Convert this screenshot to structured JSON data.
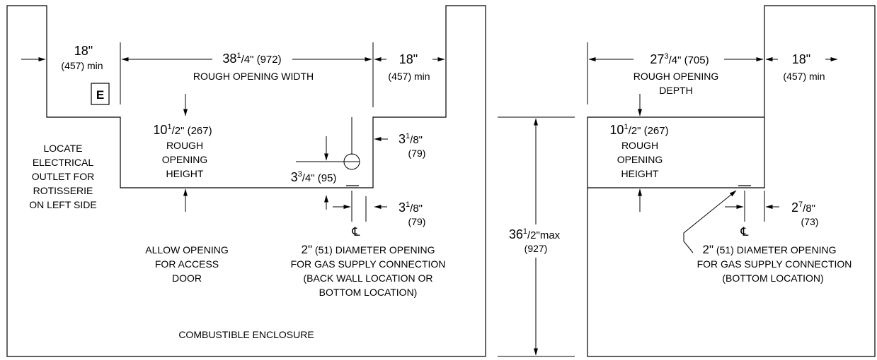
{
  "left": {
    "side_dim": {
      "value": "18\"",
      "sub": "(457) min"
    },
    "width_dim": {
      "whole": "38",
      "frac_num": "1",
      "frac_den": "4",
      "unit": "\" (972)",
      "caption": "ROUGH OPENING WIDTH"
    },
    "right_side_dim": {
      "value": "18\"",
      "sub": "(457) min"
    },
    "outlet_mark": "E",
    "height_dim": {
      "whole": "10",
      "frac_num": "1",
      "frac_den": "2",
      "unit": "\" (267)",
      "caption": [
        "ROUGH",
        "OPENING",
        "HEIGHT"
      ]
    },
    "pipe_offset": {
      "whole": "3",
      "frac_num": "3",
      "frac_den": "4",
      "unit": "\" (95)"
    },
    "pipe_top": {
      "whole": "3",
      "frac_num": "1",
      "frac_den": "8",
      "unit": "\"",
      "sub": "(79)"
    },
    "pipe_bottom": {
      "whole": "3",
      "frac_num": "1",
      "frac_den": "8",
      "unit": "\"",
      "sub": "(79)"
    },
    "centerline": "℄",
    "outlet_note": [
      "LOCATE",
      "ELECTRICAL",
      "OUTLET FOR",
      "ROTISSERIE",
      "ON LEFT SIDE"
    ],
    "access_note": [
      "ALLOW OPENING",
      "FOR ACCESS",
      "DOOR"
    ],
    "gas_note": {
      "big": "2\"",
      "rest": " (51) DIAMETER OPENING",
      "lines": [
        "FOR GAS SUPPLY CONNECTION",
        "(BACK WALL LOCATION OR",
        "BOTTOM LOCATION)"
      ]
    },
    "enclosure_label": "COMBUSTIBLE ENCLOSURE"
  },
  "middle": {
    "total_height": {
      "whole": "36",
      "frac_num": "1",
      "frac_den": "2",
      "unit": "\"max",
      "sub": "(927)"
    }
  },
  "right": {
    "depth_dim": {
      "whole": "27",
      "frac_num": "3",
      "frac_den": "4",
      "unit": "\" (705)",
      "caption": [
        "ROUGH OPENING",
        "DEPTH"
      ]
    },
    "side_dim": {
      "value": "18\"",
      "sub": "(457) min"
    },
    "height_dim": {
      "whole": "10",
      "frac_num": "1",
      "frac_den": "2",
      "unit": "\" (267)",
      "caption": [
        "ROUGH",
        "OPENING",
        "HEIGHT"
      ]
    },
    "pipe_offset": {
      "whole": "2",
      "frac_num": "7",
      "frac_den": "8",
      "unit": "\"",
      "sub": "(73)"
    },
    "centerline": "℄",
    "gas_note": {
      "big": "2\"",
      "rest": " (51) DIAMETER OPENING",
      "lines": [
        "FOR GAS SUPPLY CONNECTION",
        "(BOTTOM LOCATION)"
      ]
    }
  }
}
